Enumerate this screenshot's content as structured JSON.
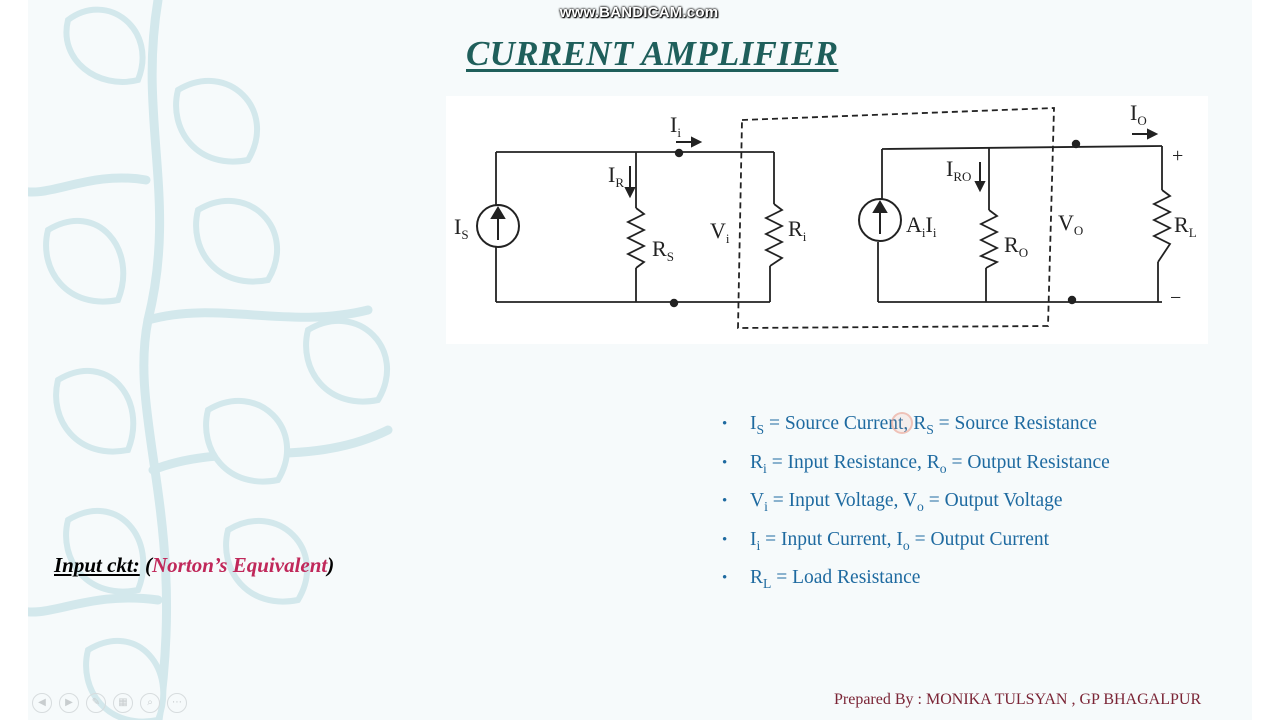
{
  "watermark": "www.BANDICAM.com",
  "title": "CURRENT AMPLIFIER",
  "circuit": {
    "Is": "I",
    "Is_sub": "S",
    "IR": "I",
    "IR_sub": "R",
    "Rs": "R",
    "Rs_sub": "S",
    "Ii": "I",
    "Ii_sub": "i",
    "Vi": "V",
    "Vi_sub": "i",
    "Ri": "R",
    "Ri_sub": "i",
    "AiIi_A": "A",
    "AiIi_A_sub": "i",
    "AiIi_I": "I",
    "AiIi_I_sub": "i",
    "IRO": "I",
    "IRO_sub": "RO",
    "Ro": "R",
    "Ro_sub": "O",
    "Vo": "V",
    "Vo_sub": "O",
    "Io": "I",
    "Io_sub": "O",
    "RL": "R",
    "RL_sub": "L",
    "plus": "+",
    "minus": "−"
  },
  "definitions": [
    {
      "a_sym": "I",
      "a_sub": "S",
      "a_text": " = Source Current,  ",
      "b_sym": "R",
      "b_sub": "S",
      "b_text": " = Source Resistance"
    },
    {
      "a_sym": "R",
      "a_sub": "i",
      "a_text": " = Input Resistance, ",
      "b_sym": "R",
      "b_sub": "o",
      "b_text": " = Output Resistance"
    },
    {
      "a_sym": "V",
      "a_sub": "i",
      "a_text": " = Input Voltage, ",
      "b_sym": "V",
      "b_sub": "o",
      "b_text": " = Output Voltage"
    },
    {
      "a_sym": "I",
      "a_sub": "i",
      "a_text": " = Input Current,   ",
      "b_sym": "I",
      "b_sub": "o",
      "b_text": " = Output Current"
    },
    {
      "a_sym": "R",
      "a_sub": "L",
      "a_text": " = Load Resistance",
      "b_sym": "",
      "b_sub": "",
      "b_text": ""
    }
  ],
  "input_ckt": {
    "label": "Input ckt:",
    "open": "(",
    "name": "Norton’s Equivalent",
    "close": ")"
  },
  "footer": "Prepared By : MONIKA TULSYAN , GP BHAGALPUR",
  "nav_icons": [
    "back-icon",
    "forward-icon",
    "pen-icon",
    "slides-icon",
    "zoom-icon",
    "more-icon"
  ],
  "colors": {
    "title": "#1f5f5b",
    "definitions": "#1e6aa0",
    "norton": "#c0285a",
    "footer": "#7a2435"
  }
}
